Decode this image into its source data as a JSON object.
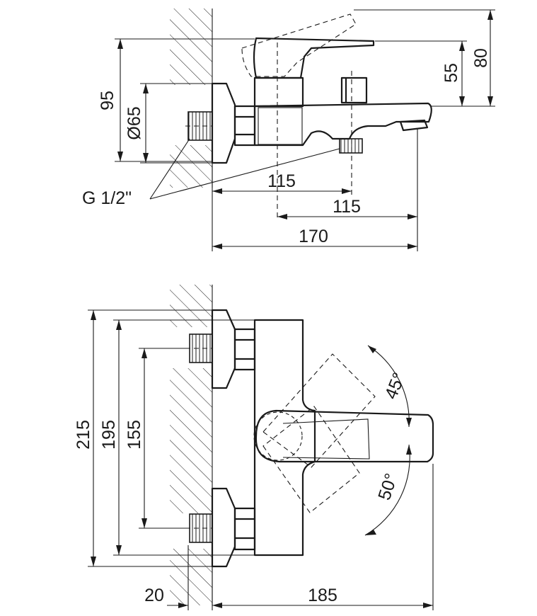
{
  "side_view": {
    "dims": {
      "height_total": "95",
      "flange_dia": "Ø65",
      "spout_offset": "115",
      "handle_to_spout": "115",
      "overall_depth": "170",
      "handle_height": "80",
      "diverter_height": "55",
      "thread": "G 1/2\""
    }
  },
  "front_view": {
    "dims": {
      "overall_height": "215",
      "body_height": "195",
      "inlet_spacing": "155",
      "wall_offset": "20",
      "overall_depth": "185",
      "angle_up": "45°",
      "angle_down": "50°"
    }
  }
}
